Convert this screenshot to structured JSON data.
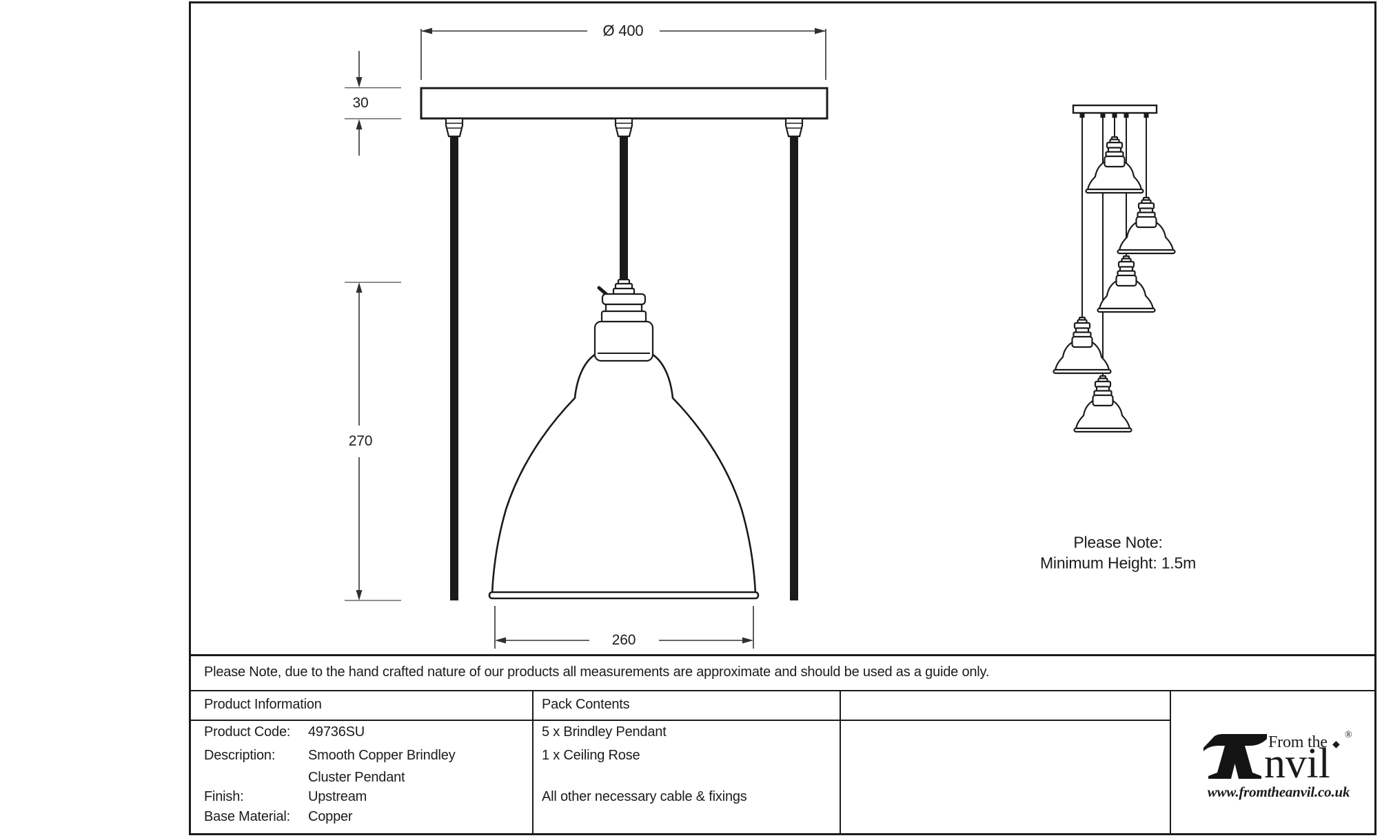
{
  "drawing": {
    "dim_diameter": "Ø 400",
    "dim_rose_height": "30",
    "dim_pendant_height": "270",
    "dim_shade_width": "260",
    "cluster_note_line1": "Please Note:",
    "cluster_note_line2": "Minimum Height: 1.5m"
  },
  "disclaimer": "Please Note, due to the hand crafted nature of our products all measurements are approximate and should be used as a guide only.",
  "product_info": {
    "header": "Product Information",
    "rows": [
      {
        "label": "Product Code:",
        "value": "49736SU"
      },
      {
        "label": "Description:",
        "value": "Smooth Copper Brindley"
      },
      {
        "label": "",
        "value": "Cluster Pendant"
      },
      {
        "label": "Finish:",
        "value": "Upstream"
      },
      {
        "label": "Base Material:",
        "value": "Copper"
      }
    ]
  },
  "pack_contents": {
    "header": "Pack Contents",
    "items": [
      "5 x Brindley Pendant",
      "1 x Ceiling Rose",
      "All other necessary cable & fixings"
    ]
  },
  "logo": {
    "prefix": "From the",
    "name": "nvil",
    "diamond": "◆",
    "registered": "®",
    "website": "www.fromtheanvil.co.uk"
  },
  "colors": {
    "line": "#1b1b1b",
    "dim": "#2f2f2f"
  }
}
